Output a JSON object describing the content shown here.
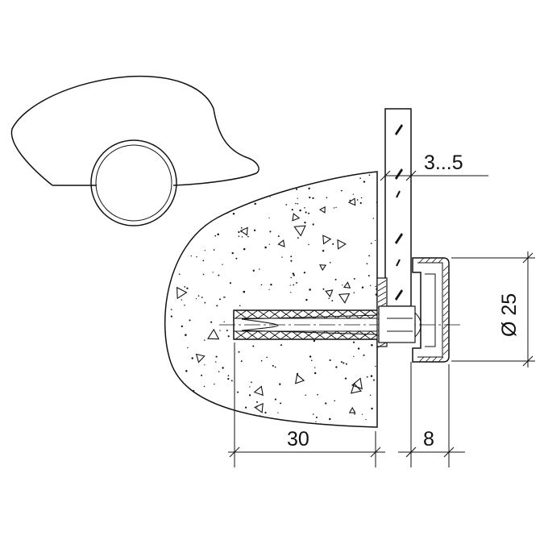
{
  "dimensions": {
    "glass_gap": "3...5",
    "diameter": "Ø 25",
    "embed_depth": "30",
    "cap_height": "8"
  },
  "colors": {
    "line": "#111111",
    "background": "#ffffff"
  }
}
